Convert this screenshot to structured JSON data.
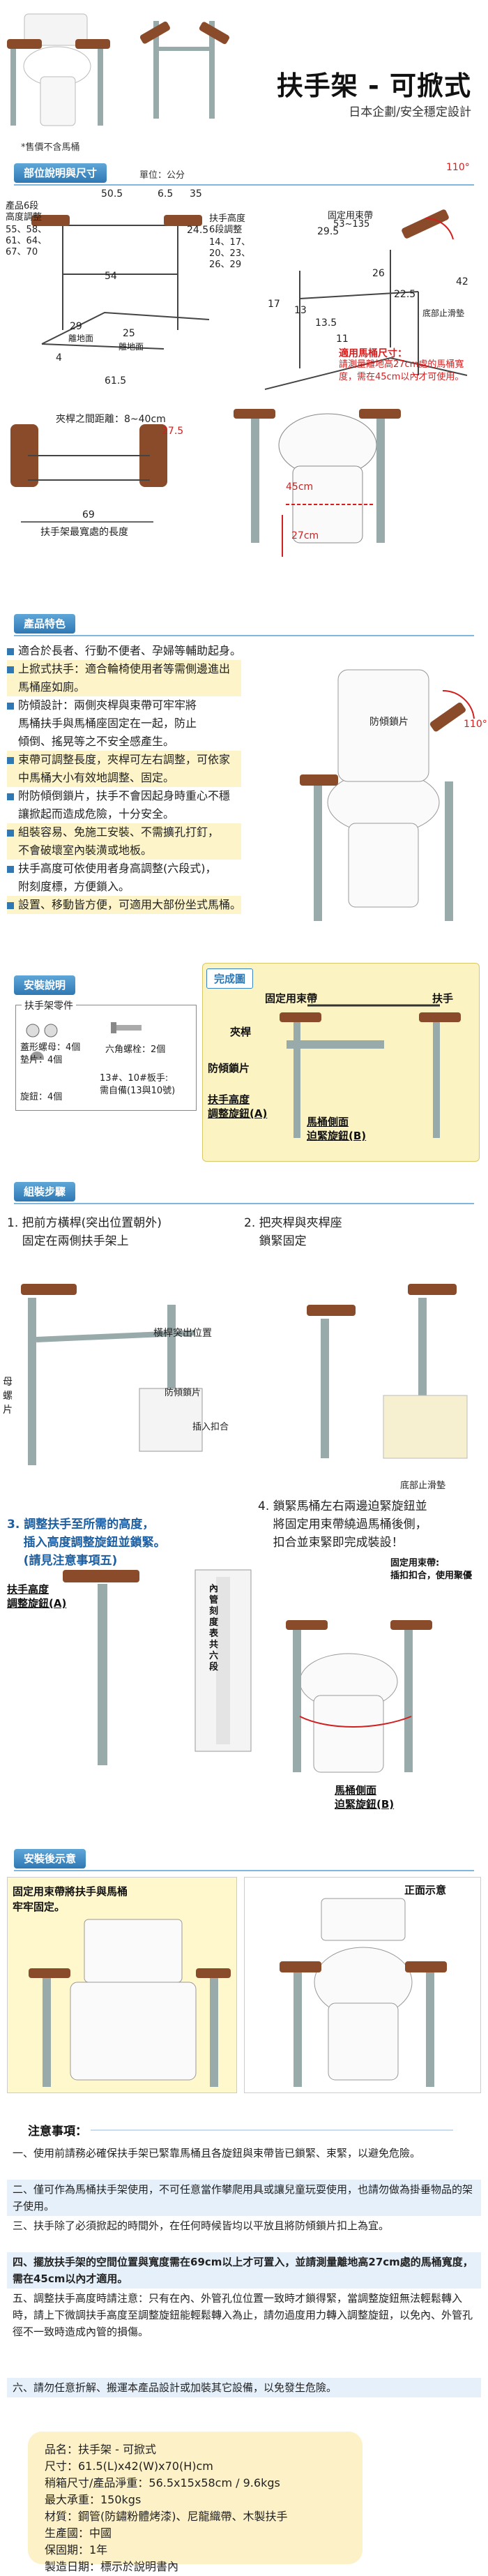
{
  "header": {
    "title": "扶手架 - 可掀式",
    "subtitle": "日本企劃/安全穩定設計",
    "note": "*售價不含馬桶"
  },
  "dimensions": {
    "tag": "部位說明與尺寸",
    "unit": "單位：公分",
    "labels": {
      "d505": "50.5",
      "d65": "6.5",
      "d35": "35",
      "d245": "24.5",
      "d54": "54",
      "d29": "29",
      "d25": "25",
      "d4": "4",
      "d615": "61.5",
      "seat_height_caption": "離地面",
      "seat_height_caption2": "離地面",
      "height6": "產品6段\n高度調整",
      "height6_values": "55、58、\n61、64、\n67、70",
      "arm_height": "扶手高度\n6段調整",
      "arm_values": "14、17、\n20、23、\n26、29",
      "belt": "固定用束帶",
      "belt_range": "53~135",
      "d110": "110°",
      "d295": "29.5",
      "d26": "26",
      "d42": "42",
      "d225": "22.5",
      "d135": "13.5",
      "d13": "13",
      "d11": "11",
      "d17": "17",
      "slip": "底部止滑墊",
      "clamp_gap": "夾桿之間距離：8~40cm",
      "d275": "27.5",
      "d69": "69",
      "arm_flat": "扶手架最寬處的長度",
      "fit_title": "適用馬桶尺寸：",
      "fit_desc": "請測量離地高27cm處的馬桶寬度，需在45cm以內才可使用。",
      "d45": "45cm",
      "d27": "27cm"
    }
  },
  "features": {
    "tag": "產品特色",
    "items": [
      "適合於長者、行動不便者、孕婦等輔助起身。",
      "上掀式扶手：適合輪椅使用者等需側邊進出",
      "馬桶座如廁。",
      "防傾設計：兩側夾桿與束帶可牢牢將",
      "馬桶扶手與馬桶座固定在一起，防止",
      "傾倒、搖晃等之不安全感產生。",
      "束帶可調整長度，夾桿可左右調整，可依家",
      "中馬桶大小有效地調整、固定。",
      "附防傾倒鎖片，扶手不會因起身時重心不穩",
      "讓掀起而造成危險，十分安全。",
      "組裝容易、免施工安裝、不需擴孔打釘，",
      "不會破壞室內裝潢或地板。",
      "扶手高度可依使用者身高調整(六段式)，",
      "附刻度標，方便鎖入。",
      "設置、移動皆方便，可適用大部份坐式馬桶。"
    ],
    "anti_tilt_label": "防傾鎖片",
    "angle": "110°"
  },
  "install": {
    "tag": "安裝說明",
    "parts_title": "扶手架零件",
    "parts": {
      "washer": "蓋形螺母：4個\n墊片：4個",
      "knob": "旋鈕：4個",
      "bolt": "六角螺栓：2個",
      "wrench": "13#、10#板手:\n需自備(13與10號)"
    },
    "done_tag": "完成圖",
    "done_labels": {
      "belt": "固定用束帶",
      "arm": "扶手",
      "clamp": "夾桿",
      "tilt": "防傾鎖片",
      "height_knob": "扶手高度\n調整旋鈕(A)",
      "side_knob": "馬桶側面\n迫緊旋鈕(B)"
    }
  },
  "steps": {
    "tag": "組裝步驟",
    "s1": "1. 把前方橫桿(突出位置朝外)\n    固定在兩側扶手架上",
    "s2": "2. 把夾桿與夾桿座\n    鎖緊固定",
    "s1_note": "橫桿突出位置",
    "s1_nut": "母螺片",
    "s2_tilt": "防傾鎖片",
    "s2_buckle": "插入扣合",
    "s2_slip": "底部止滑墊",
    "s3": "3. 調整扶手至所需的高度，\n    插入高度調整旋鈕並鎖緊。\n    (請見注意事項五)",
    "s4": "4. 鎖緊馬桶左右兩邊迫緊旋鈕並\n    將固定用束帶繞過馬桶後側，\n    扣合並束緊即完成裝設！",
    "s3_label": "扶手高度\n調整旋鈕(A)",
    "s3_inner": "內管刻度表共六段",
    "s4_belt": "固定用束帶:\n插扣扣合，使用聚優",
    "s4_side": "馬桶側面\n迫緊旋鈕(B)"
  },
  "after": {
    "tag": "安裝後示意",
    "back_note": "固定用束帶將扶手與馬桶\n牢牢固定。",
    "front_note": "正面示意"
  },
  "caution": {
    "title": "注意事項：",
    "items": [
      "一、使用前請務必確保扶手架已緊靠馬桶且各旋鈕與束帶皆已鎖緊、束緊，以避免危險。",
      "二、僅可作為馬桶扶手架使用，不可任意當作攀爬用具或讓兒童玩耍使用，也請勿做為掛垂物品的架子使用。",
      "三、扶手除了必須掀起的時間外，在任何時候皆均以平放且將防傾鎖片扣上為宜。",
      "四、擺放扶手架的空間位置與寬度需在69cm以上才可置入，並請測量離地高27cm處的馬桶寬度，需在45cm以內才適用。",
      "五、調整扶手高度時請注意：只有在內、外管孔位位置一致時才鎖得緊，當調整旋鈕無法輕鬆轉入時，請上下微調扶手高度至調整旋鈕能輕鬆轉入為止，請勿過度用力轉入調整旋鈕，以免內、外管孔徑不一致時造成內管的損傷。",
      "六、請勿任意折解、搬運本產品設計或加裝其它設備，以免發生危險。"
    ]
  },
  "spec": {
    "name": "品名：扶手架 - 可掀式",
    "size": "尺寸：61.5(L)x42(W)x70(H)cm",
    "box": "稍箱尺寸/產品淨重：56.5x15x58cm / 9.6kgs",
    "load": "最大承重：150kgs",
    "material": "材質：鋼管(防鏽粉體烤漆)、尼龍織帶、木製扶手",
    "origin": "生產國：中國",
    "warranty": "保固期：1年",
    "maker": "製造日期：標示於說明書內"
  },
  "colors": {
    "accent": "#2f78b3",
    "warn": "#d21f1f",
    "highlight": "#fdf5c9",
    "spec_bg": "#fdf1c7"
  }
}
